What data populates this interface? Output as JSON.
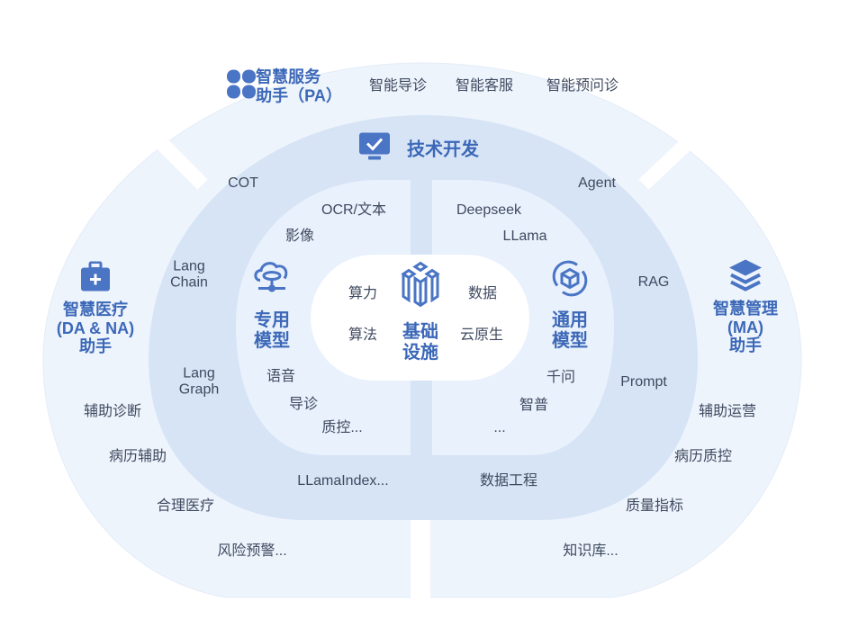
{
  "colors": {
    "outer": "#eef4fc",
    "middle": "#d6e4f6",
    "inner": "#e9f1fc",
    "center": "#ffffff",
    "accent": "#3c68b8",
    "text": "#3f4a60"
  },
  "pa": {
    "title_line1": "智慧服务",
    "title_line2": "助手（PA）",
    "items": [
      "智能导诊",
      "智能客服",
      "智能预问诊"
    ],
    "icon": "four-petal-icon"
  },
  "tech": {
    "title": "技术开发",
    "icon": "monitor-check-icon",
    "items": {
      "cot": "COT",
      "agent": "Agent",
      "langchain1": "Lang",
      "langchain2": "Chain",
      "rag": "RAG",
      "langgraph1": "Lang",
      "langgraph2": "Graph",
      "prompt": "Prompt",
      "llamaindex": "LLamaIndex...",
      "data_eng": "数据工程"
    }
  },
  "special_model": {
    "title_line1": "专用",
    "title_line2": "模型",
    "icon": "cloud-network-icon",
    "items": [
      "OCR/文本",
      "影像",
      "语音",
      "导诊",
      "质控..."
    ]
  },
  "general_model": {
    "title_line1": "通用",
    "title_line2": "模型",
    "icon": "cube-cycle-icon",
    "items": [
      "Deepseek",
      "LLama",
      "千问",
      "智普",
      "..."
    ]
  },
  "infra": {
    "title_line1": "基础",
    "title_line2": "设施",
    "icon": "blocks-icon",
    "items": [
      "算力",
      "算法",
      "数据",
      "云原生"
    ]
  },
  "da": {
    "title_line1": "智慧医疗",
    "title_line2": "(DA & NA)",
    "title_line3": "助手",
    "icon": "medical-kit-icon",
    "items": [
      "辅助诊断",
      "病历辅助",
      "合理医疗",
      "风险预警..."
    ]
  },
  "ma": {
    "title_line1": "智慧管理",
    "title_line2": "(MA)",
    "title_line3": "助手",
    "icon": "layers-icon",
    "items": [
      "辅助运营",
      "病历质控",
      "质量指标",
      "知识库..."
    ]
  }
}
